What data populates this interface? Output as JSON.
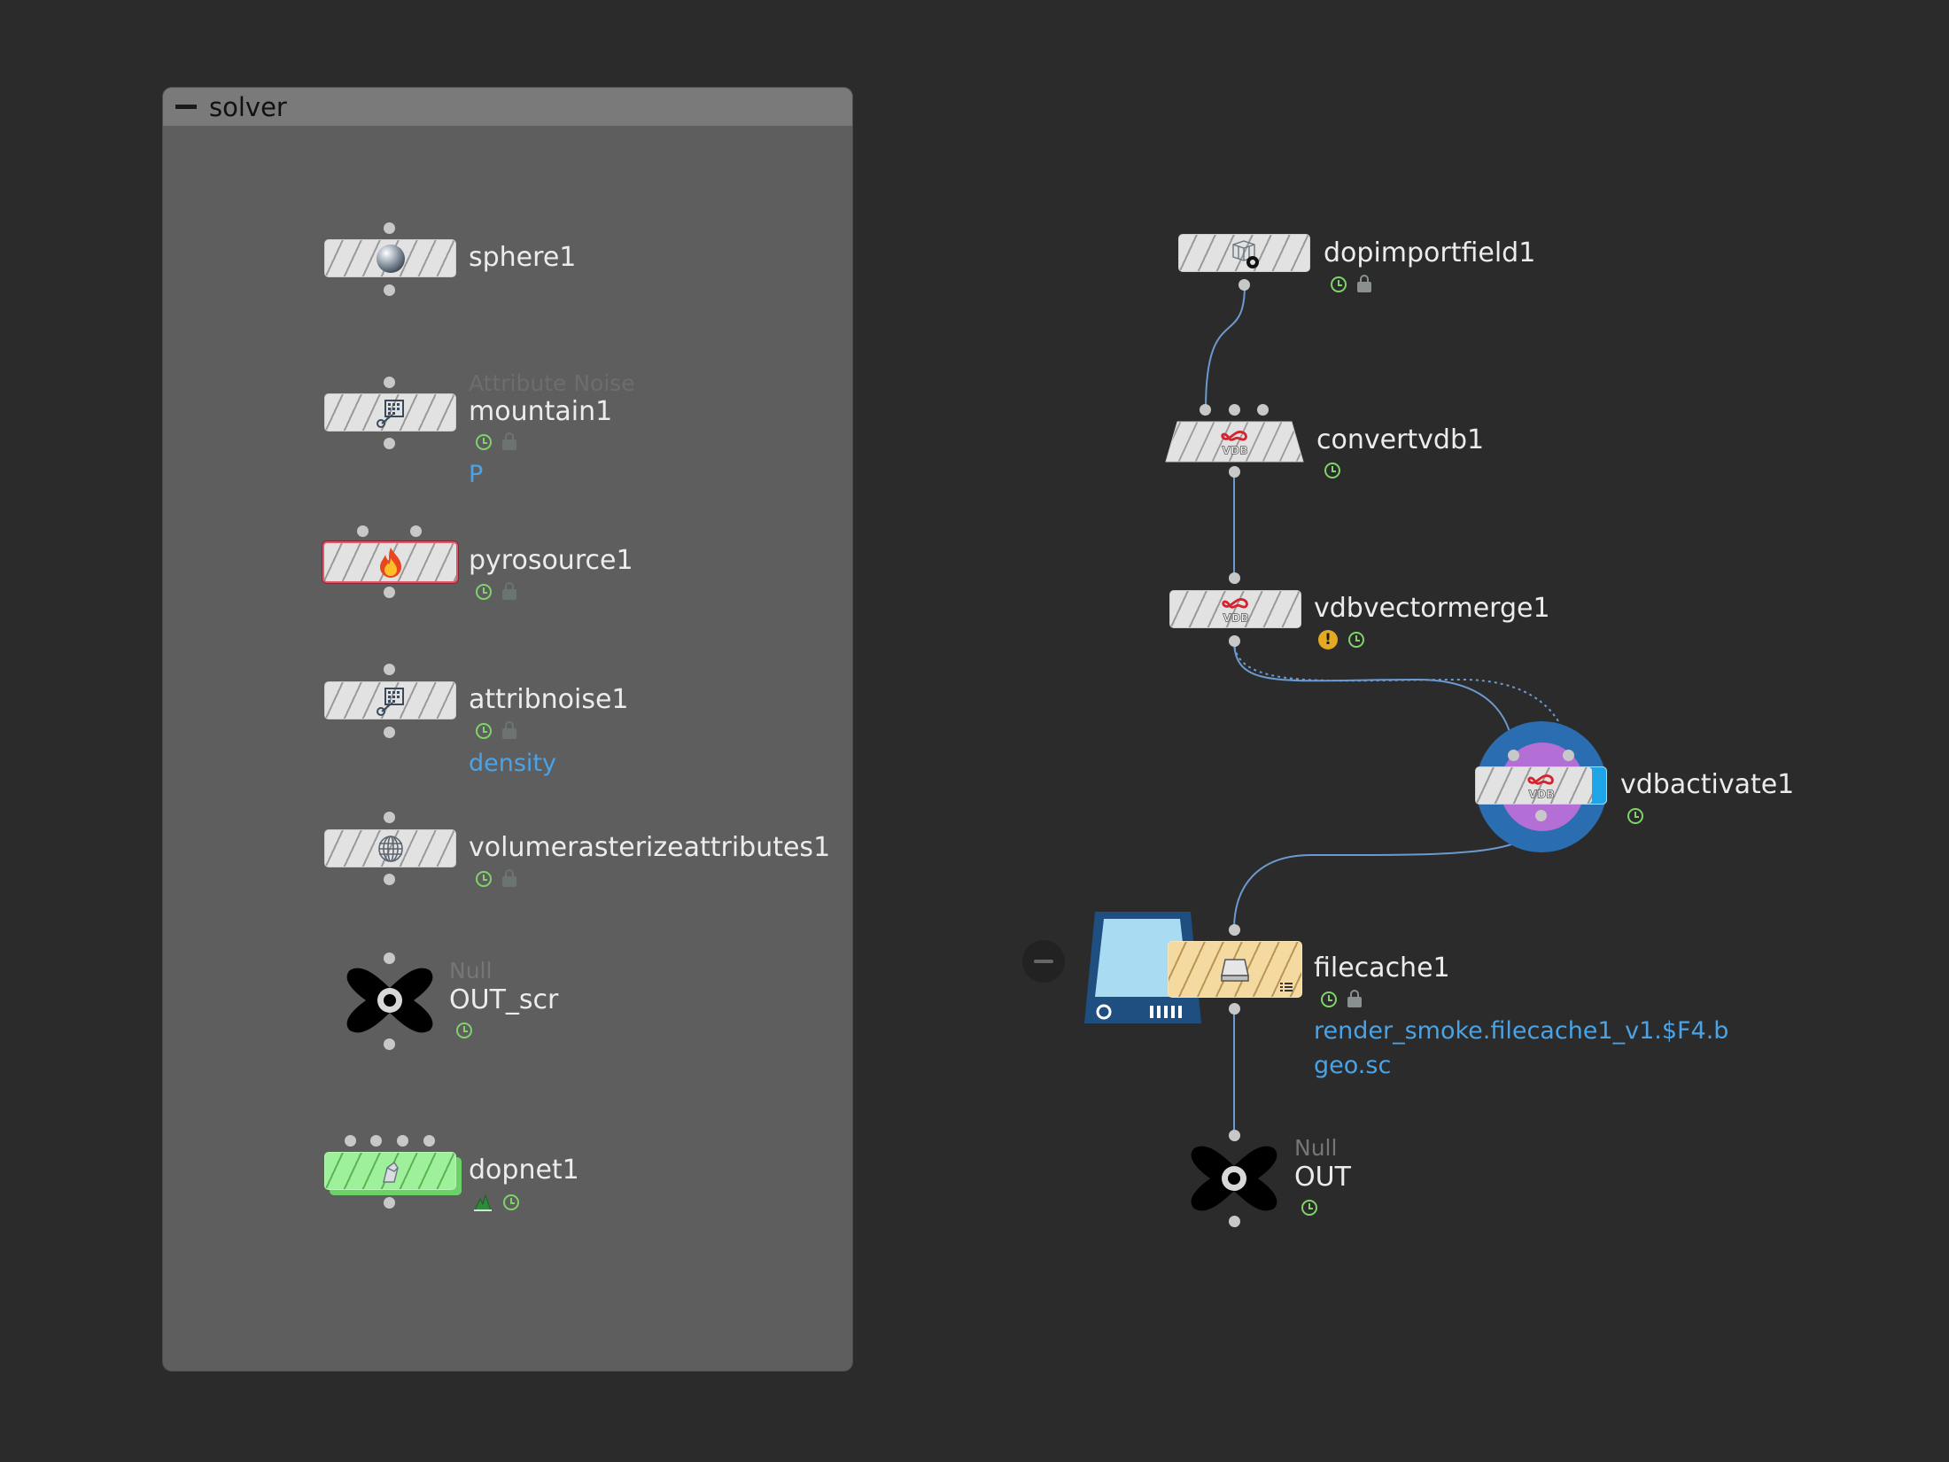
{
  "network_box": {
    "title": "solver"
  },
  "nodes": {
    "sphere1": {
      "label": "sphere1"
    },
    "mountain1": {
      "label": "mountain1",
      "descriptor": "Attribute Noise",
      "param": "P"
    },
    "pyrosource1": {
      "label": "pyrosource1"
    },
    "attribnoise1": {
      "label": "attribnoise1",
      "param": "density"
    },
    "volumerasterizeattributes1": {
      "label": "volumerasterizeattributes1"
    },
    "out_scr": {
      "label": "OUT_scr",
      "descriptor": "Null"
    },
    "dopnet1": {
      "label": "dopnet1"
    },
    "dopimportfield1": {
      "label": "dopimportfield1"
    },
    "convertvdb1": {
      "label": "convertvdb1",
      "icon_text": "VDB"
    },
    "vdbvectormerge1": {
      "label": "vdbvectormerge1",
      "icon_text": "VDB",
      "warning": "!"
    },
    "vdbactivate1": {
      "label": "vdbactivate1",
      "icon_text": "VDB"
    },
    "filecache1": {
      "label": "filecache1",
      "param_line1": "render_smoke.filecache1_v1.$F4.b",
      "param_line2": "geo.sc"
    },
    "out": {
      "label": "OUT",
      "descriptor": "Null"
    }
  },
  "colors": {
    "background": "#2b2b2b",
    "network_box": "#5e5e5e",
    "network_box_header": "#7a7a7a",
    "wire": "#6a9ad0",
    "param_text": "#4aa3e6",
    "dopnet_node": "#9ff09a",
    "filecache_node": "#f4d9a1",
    "vdbactivate_ring": "#2a6db0",
    "vdbactivate_fill": "#b36fd6"
  },
  "icons": {
    "sphere1": "sphere-icon",
    "mountain1": "attribute-noise-icon",
    "pyrosource1": "fire-icon",
    "attribnoise1": "attribute-noise-icon",
    "volumerasterizeattributes1": "volume-rasterize-icon",
    "dopnet1": "dop-network-icon",
    "dopimportfield1": "dop-import-field-icon",
    "convertvdb1": "vdb-icon",
    "vdbvectormerge1": "vdb-icon",
    "vdbactivate1": "vdb-icon",
    "filecache1": "disk-drive-icon",
    "out_scr": "null-icon",
    "out": "null-icon"
  }
}
